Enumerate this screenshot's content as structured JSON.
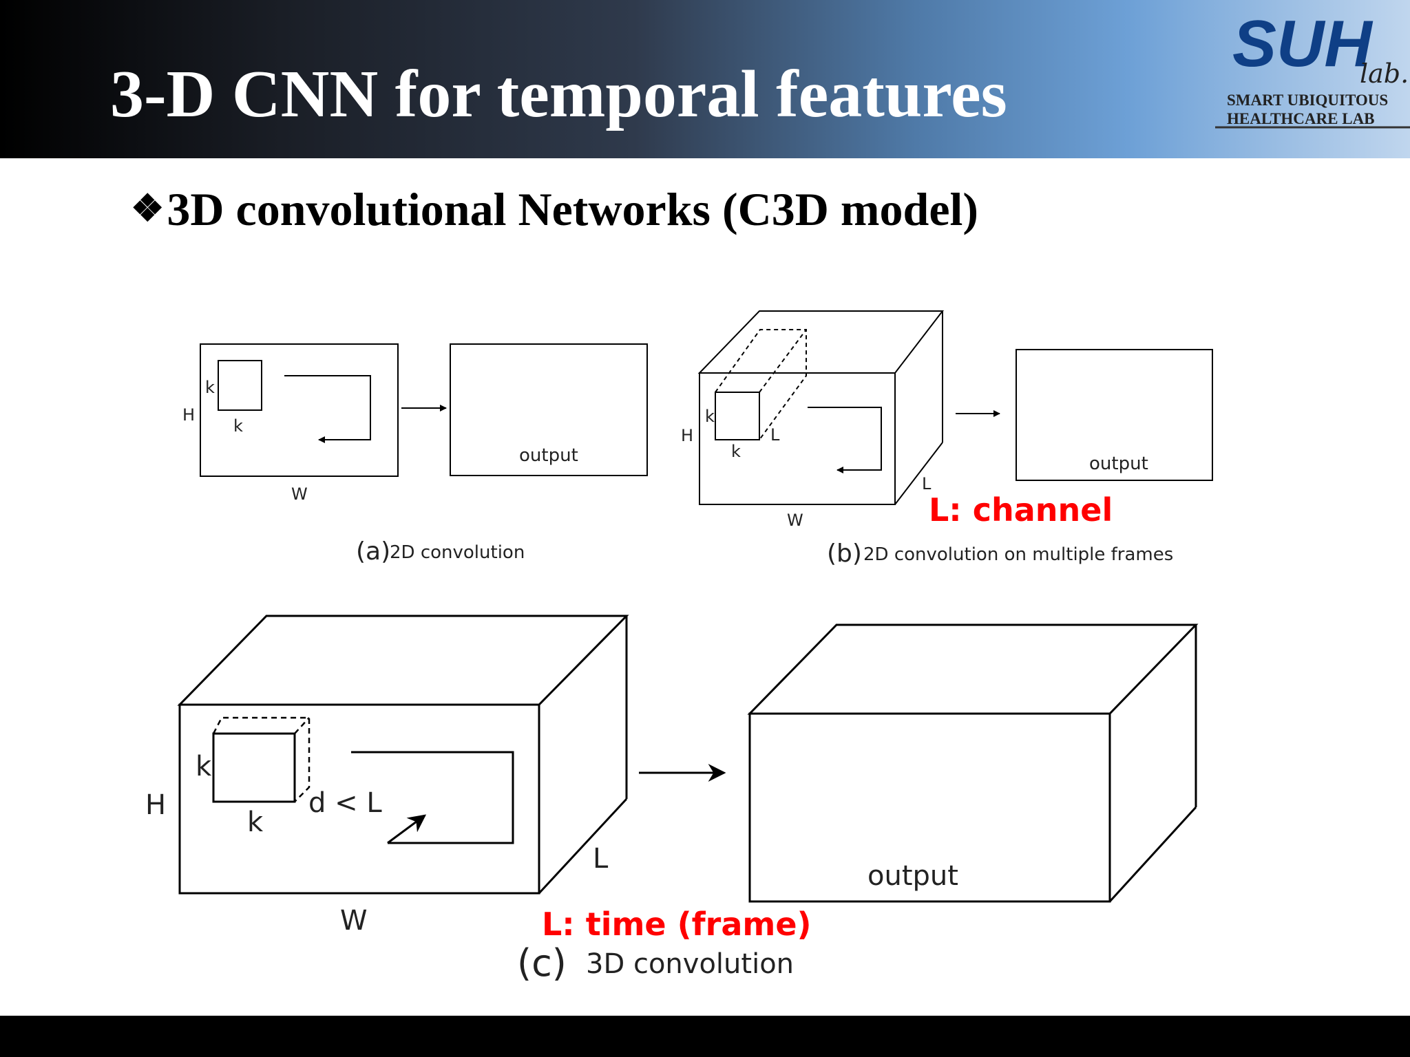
{
  "slide": {
    "title": "3-D CNN for temporal features",
    "bullet": "3D convolutional Networks (C3D model)",
    "bullet_icon": "diamond-bullet-icon"
  },
  "logo": {
    "name": "SUH",
    "suffix": "lab.",
    "line1": "SMART UBIQUITOUS",
    "line2": "HEALTHCARE LAB"
  },
  "diagram": {
    "panel_a": {
      "h": "H",
      "w": "W",
      "k1": "k",
      "k2": "k",
      "output": "output",
      "caption_letter": "(a)",
      "caption": "2D convolution"
    },
    "panel_b": {
      "h": "H",
      "w": "W",
      "k1": "k",
      "k2": "k",
      "l1": "L",
      "l2": "L",
      "output": "output",
      "annotation": "L: channel",
      "caption_letter": "(b)",
      "caption": "2D convolution on multiple frames"
    },
    "panel_c": {
      "h": "H",
      "w": "W",
      "k1": "k",
      "k2": "k",
      "d": "d < L",
      "l": "L",
      "output": "output",
      "annotation": "L: time (frame)",
      "caption_letter": "(c)",
      "caption": "3D convolution"
    }
  },
  "colors": {
    "annotation": "#ff0000",
    "header_dark": "#000000",
    "header_light": "#6da0d6"
  }
}
